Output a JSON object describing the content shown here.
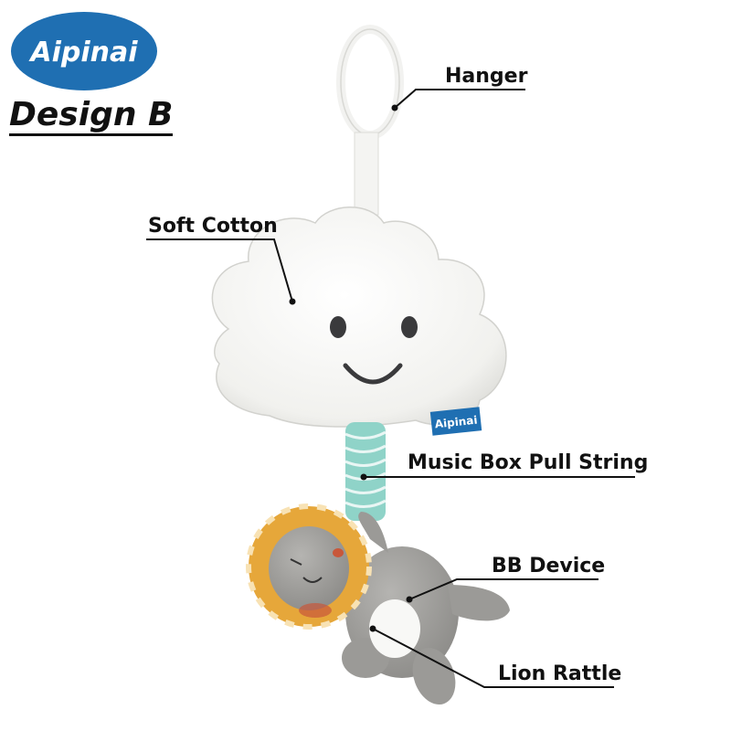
{
  "brand": {
    "logo_text": "Aipinai",
    "tag_text": "Aipinai",
    "color": "#1f6fb2"
  },
  "design_label": "Design B",
  "callouts": {
    "hanger": "Hanger",
    "soft_cotton": "Soft Cotton",
    "pull_string": "Music Box Pull String",
    "bb_device": "BB Device",
    "lion_rattle": "Lion Rattle"
  },
  "colors": {
    "cloud": "#f4f4f2",
    "string": "#8fd3c8",
    "lion_body": "#9b9a97",
    "mane": "#e6a73a"
  }
}
